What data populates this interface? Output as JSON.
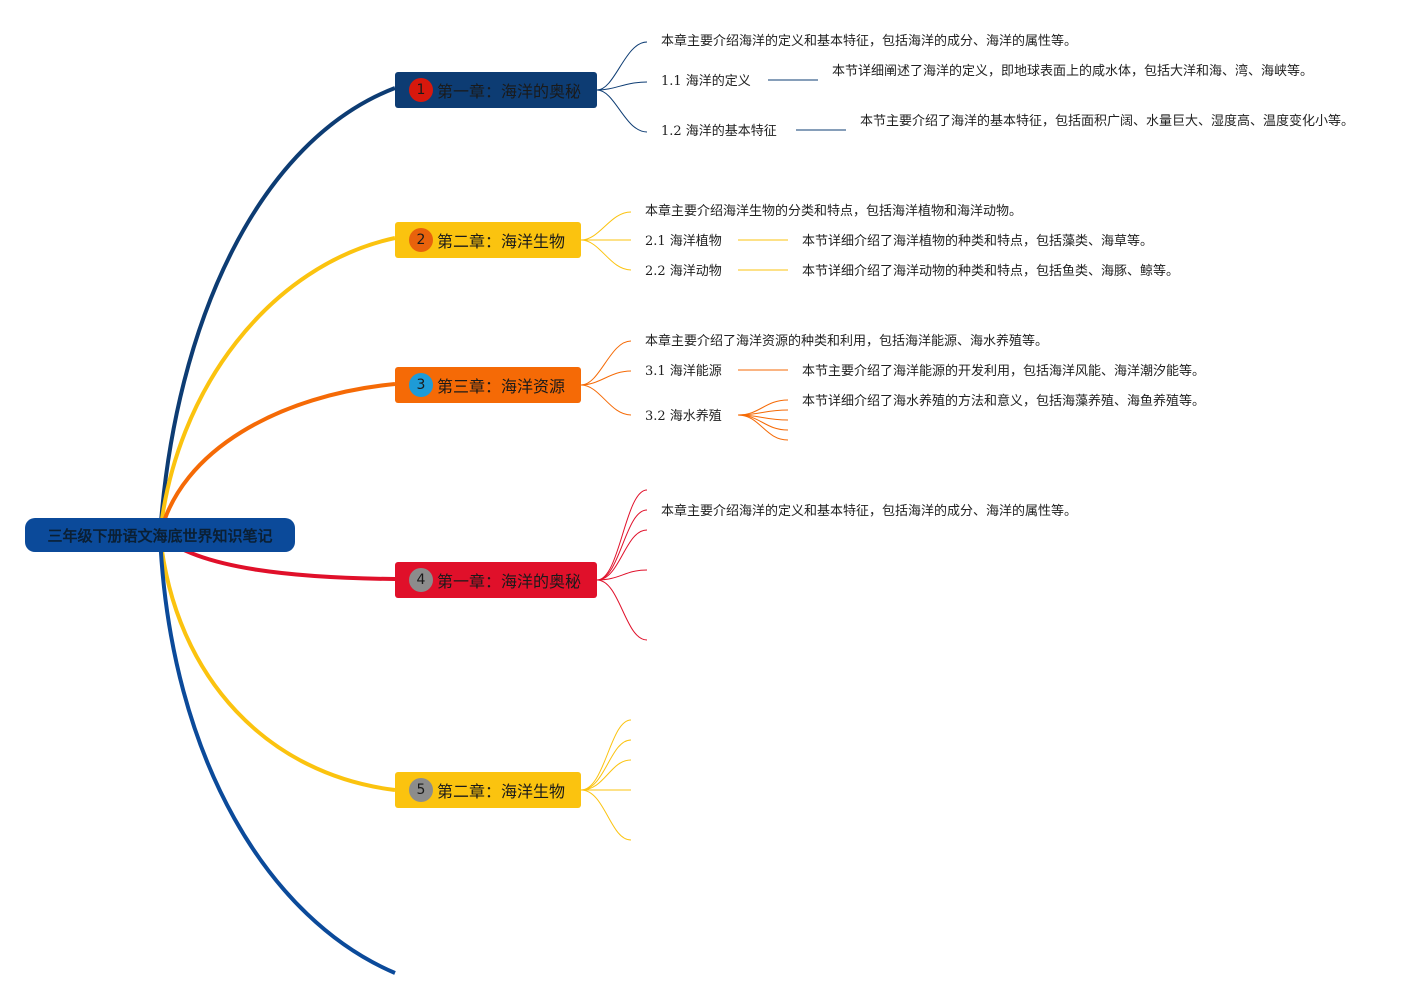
{
  "root": {
    "title": "三年级下册语文海底世界知识笔记",
    "color": "#0b4a9a"
  },
  "chapters": [
    {
      "number": "1",
      "title": "第一章：海洋的奥秘",
      "color": "#0d3c73",
      "badge_color": "#d7180d",
      "summary": "本章主要介绍海洋的定义和基本特征，包括海洋的成分、海洋的属性等。",
      "sections": [
        {
          "label": "1.1 海洋的定义",
          "detail": "本节详细阐述了海洋的定义，即地球表面上的咸水体，包括大洋和海、湾、海峡等。"
        },
        {
          "label": "1.2 海洋的基本特征",
          "detail": "本节主要介绍了海洋的基本特征，包括面积广阔、水量巨大、湿度高、温度变化小等。"
        }
      ]
    },
    {
      "number": "2",
      "title": "第二章：海洋生物",
      "color": "#fbc30f",
      "badge_color": "#e8620c",
      "summary": "本章主要介绍海洋生物的分类和特点，包括海洋植物和海洋动物。",
      "sections": [
        {
          "label": "2.1 海洋植物",
          "detail": "本节详细介绍了海洋植物的种类和特点，包括藻类、海草等。"
        },
        {
          "label": "2.2 海洋动物",
          "detail": "本节详细介绍了海洋动物的种类和特点，包括鱼类、海豚、鲸等。"
        }
      ]
    },
    {
      "number": "3",
      "title": "第三章：海洋资源",
      "color": "#f56a06",
      "badge_color": "#1e9bd7",
      "summary": "本章主要介绍了海洋资源的种类和利用，包括海洋能源、海水养殖等。",
      "sections": [
        {
          "label": "3.1 海洋能源",
          "detail": "本节主要介绍了海洋能源的开发利用，包括海洋风能、海洋潮汐能等。"
        },
        {
          "label": "3.2 海水养殖",
          "detail": "本节详细介绍了海水养殖的方法和意义，包括海藻养殖、海鱼养殖等。"
        }
      ]
    },
    {
      "number": "4",
      "title": "第一章：海洋的奥秘",
      "color": "#e0102a",
      "badge_color": "#8c8c8c",
      "summary": "本章主要介绍海洋的定义和基本特征，包括海洋的成分、海洋的属性等。",
      "sections": []
    },
    {
      "number": "5",
      "title": "第二章：海洋生物",
      "color": "#fbc30f",
      "badge_color": "#8c8c8c",
      "summary": "",
      "sections": []
    }
  ],
  "branch_colors": [
    "#0d3c73",
    "#fbc30f",
    "#f56a06",
    "#e0102a",
    "#fbc30f",
    "#0b4a9a"
  ]
}
